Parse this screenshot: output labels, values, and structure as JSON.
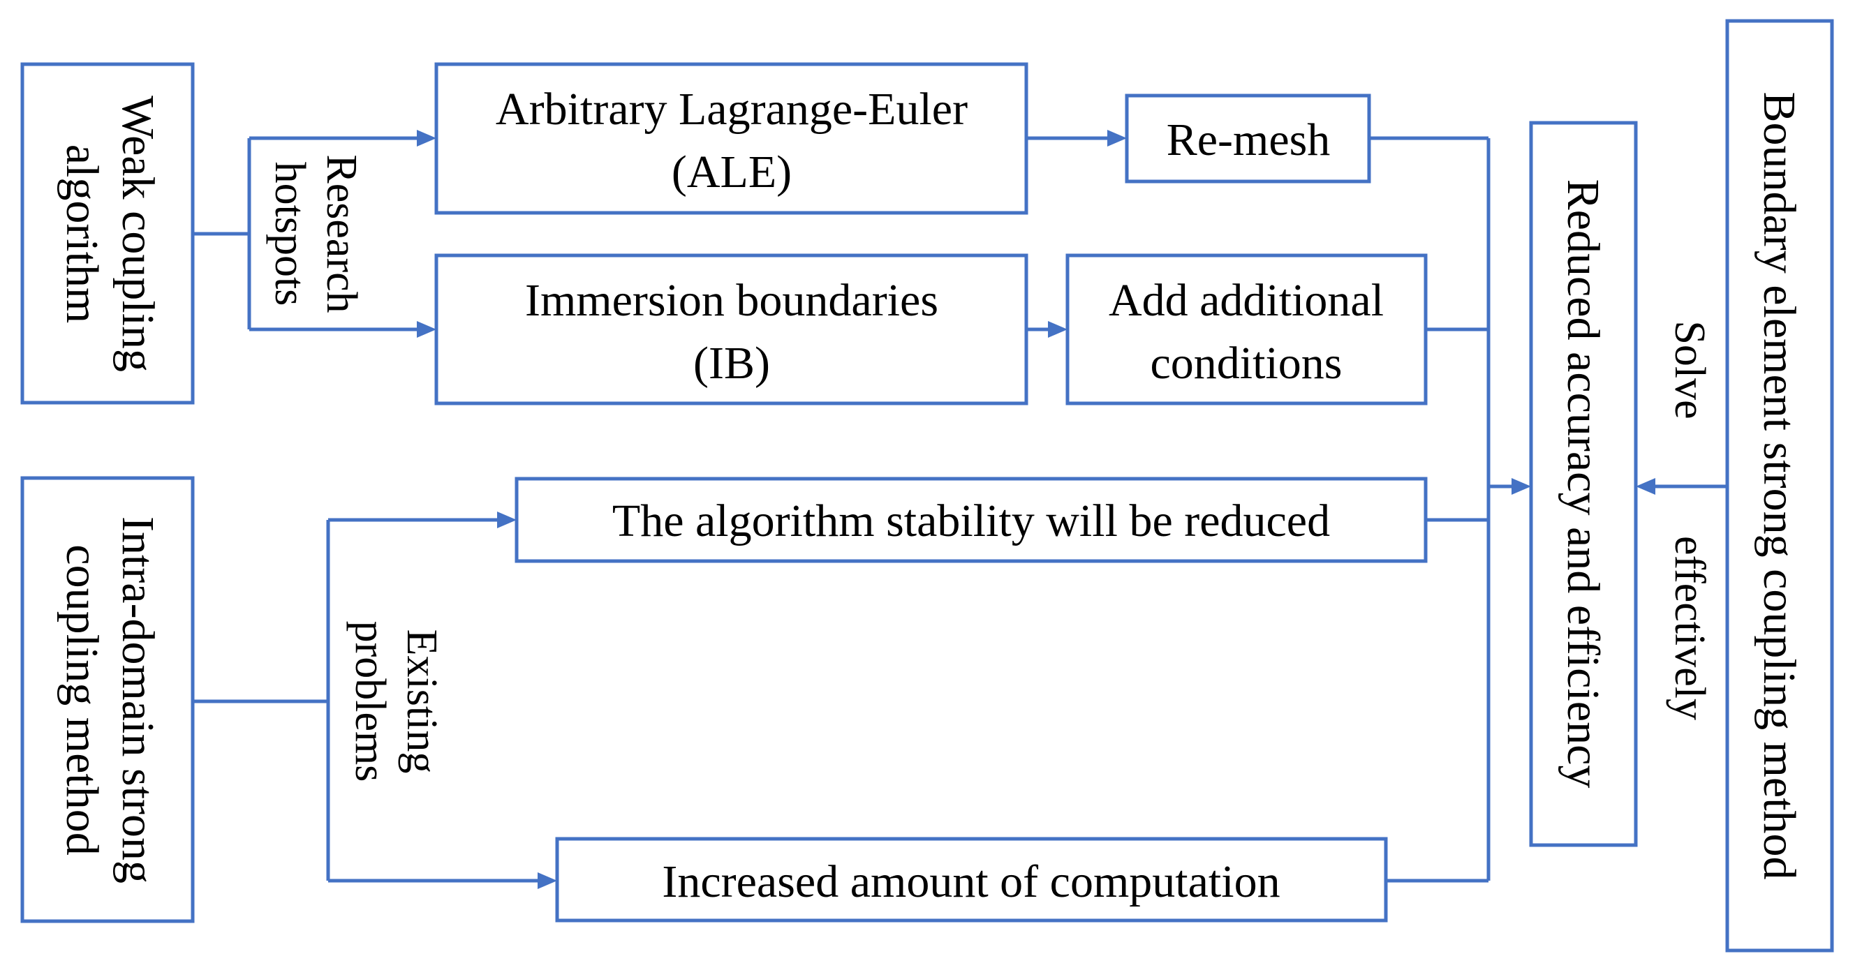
{
  "nodes": {
    "weak_coupling": [
      "Weak coupling",
      "algorithm"
    ],
    "intra_domain": [
      "Intra-domain strong",
      "coupling method"
    ],
    "ale": [
      "Arbitrary Lagrange-Euler",
      "(ALE)"
    ],
    "ib": [
      "Immersion boundaries",
      "(IB)"
    ],
    "remesh": "Re-mesh",
    "add_conditions": [
      "Add additional",
      "conditions"
    ],
    "stability": "The algorithm stability will be reduced",
    "computation": "Increased amount of computation",
    "reduced": "Reduced accuracy and efficiency",
    "boundary_element": "Boundary element strong coupling method"
  },
  "edge_labels": {
    "research_hotspots": [
      "Research",
      "hotspots"
    ],
    "existing_problems": [
      "Existing",
      "problems"
    ],
    "solve_effectively": [
      "Solve",
      "effectively"
    ]
  },
  "colors": {
    "stroke": "#4472C4",
    "text": "#000000",
    "background": "#FFFFFF"
  }
}
